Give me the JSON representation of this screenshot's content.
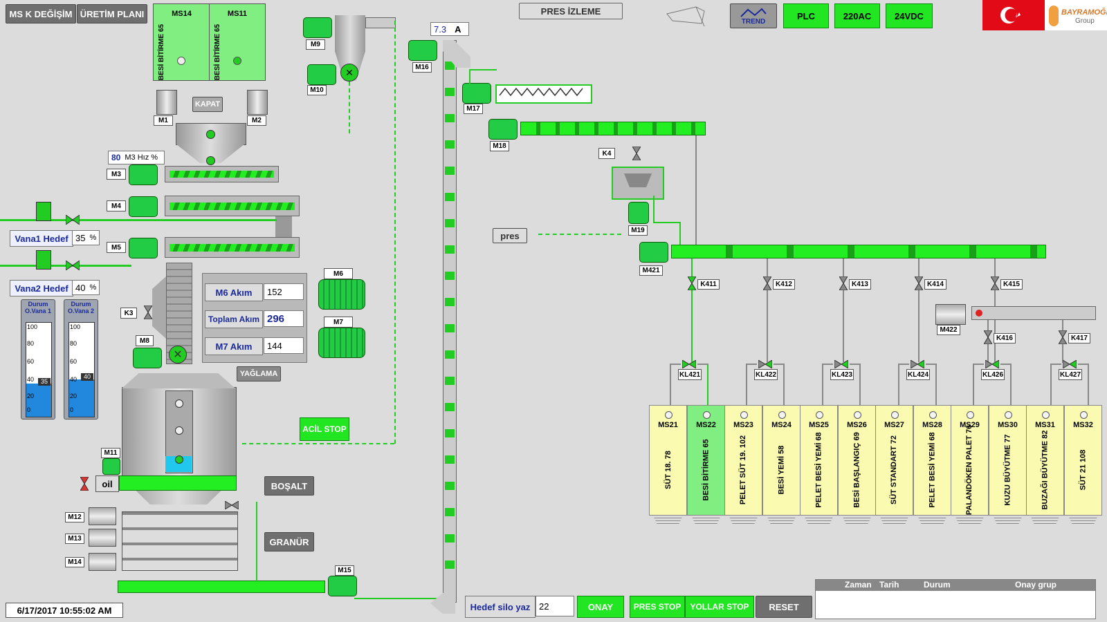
{
  "top_buttons": {
    "ms_change": "MS K DEĞİŞİM",
    "production_plan": "ÜRETİM PLANI"
  },
  "header": {
    "title": "PRES İZLEME",
    "trend": "TREND",
    "plc": "PLC",
    "ac": "220AC",
    "dc": "24VDC",
    "company": "BAYRAMOĞLU",
    "company_sub": "Group"
  },
  "top_silos": [
    {
      "name": "MS14",
      "product": "BESİ BİTİRME 65"
    },
    {
      "name": "MS11",
      "product": "BESİ BİTİRME 65"
    }
  ],
  "kapat": "KAPAT",
  "motors": {
    "m1": "M1",
    "m2": "M2",
    "m3": "M3",
    "m4": "M4",
    "m5": "M5",
    "m6": "M6",
    "m7": "M7",
    "m8": "M8",
    "m9": "M9",
    "m10": "M10",
    "m11": "M11",
    "m12": "M12",
    "m13": "M13",
    "m14": "M14",
    "m15": "M15",
    "m16": "M16",
    "m17": "M17",
    "m18": "M18",
    "m19": "M19",
    "m421": "M421",
    "m422": "M422"
  },
  "m3_speed": {
    "value": "80",
    "label": "M3 Hız %"
  },
  "current_display": {
    "value": "7.3",
    "unit": "A"
  },
  "valve1": {
    "label": "Vana1 Hedef",
    "value": "35",
    "unit": "%"
  },
  "valve2": {
    "label": "Vana2 Hedef",
    "value": "40",
    "unit": "%"
  },
  "gauges": [
    {
      "title": "Durum O.Vana 1",
      "value": 35,
      "reading": "35",
      "ticks": [
        "100",
        "80",
        "60",
        "40",
        "20",
        "0"
      ]
    },
    {
      "title": "Durum O.Vana 2",
      "value": 40,
      "reading": "40",
      "ticks": [
        "100",
        "80",
        "60",
        "40",
        "20",
        "0"
      ]
    }
  ],
  "currents": {
    "m6_label": "M6 Akım",
    "m6_value": "152",
    "total_label": "Toplam Akım",
    "total_value": "296",
    "m7_label": "M7 Akım",
    "m7_value": "144"
  },
  "buttons": {
    "yaglama": "YAĞLAMA",
    "acil_stop": "ACİL STOP",
    "bosalt": "BOŞALT",
    "granur": "GRANÜR",
    "onay": "ONAY",
    "pres_stop": "PRES STOP",
    "yollar_stop": "YOLLAR STOP",
    "reset": "RESET"
  },
  "k3": "K3",
  "k4": "K4",
  "oil": "oil",
  "pres_label": "pres",
  "valves_k": [
    "K411",
    "K412",
    "K413",
    "K414",
    "K415"
  ],
  "valves_k2": [
    "K416",
    "K417"
  ],
  "valves_kl": [
    "KL421",
    "KL422",
    "KL423",
    "KL424",
    "KL426",
    "KL427"
  ],
  "silos": [
    {
      "name": "MS21",
      "product": "SÜT 18. 78",
      "active": false
    },
    {
      "name": "MS22",
      "product": "BESİ BİTİRME 65",
      "active": true
    },
    {
      "name": "MS23",
      "product": "PELET SÜT 19. 102",
      "active": false
    },
    {
      "name": "MS24",
      "product": "BESİ YEMİ 58",
      "active": false
    },
    {
      "name": "MS25",
      "product": "PELET BESİ YEMİ 68",
      "active": false
    },
    {
      "name": "MS26",
      "product": "BESİ BAŞLANGIÇ 69",
      "active": false
    },
    {
      "name": "MS27",
      "product": "SÜT STANDART 72",
      "active": false
    },
    {
      "name": "MS28",
      "product": "PELET BESİ YEMİ 68",
      "active": false
    },
    {
      "name": "MS29",
      "product": "PALANDÖKEN PALET 76",
      "active": false
    },
    {
      "name": "MS30",
      "product": "KUZU BÜYÜTME 77",
      "active": false
    },
    {
      "name": "MS31",
      "product": "BUZAĞI BÜYÜTME 82",
      "active": false
    },
    {
      "name": "MS32",
      "product": "SÜT 21 108",
      "active": false
    }
  ],
  "target_silo": {
    "label": "Hedef silo yaz",
    "value": "22"
  },
  "alarm_table": {
    "columns": [
      "Zaman",
      "Tarih",
      "Durum",
      "Onay grup"
    ]
  },
  "datetime": "6/17/2017 10:55:02 AM"
}
